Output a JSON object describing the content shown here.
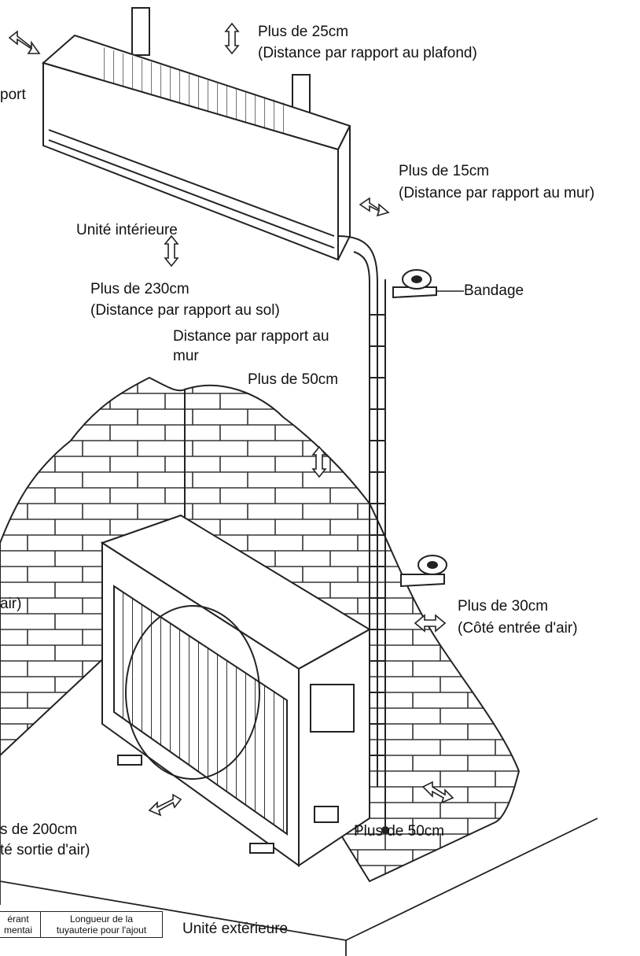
{
  "labels": {
    "top_left_partial": "port",
    "ceiling_1": "Plus de 25cm",
    "ceiling_2": "(Distance par rapport au plafond)",
    "wall15_1": "Plus de 15cm",
    "wall15_2": "(Distance par rapport au mur)",
    "indoor_unit": "Unité intérieure",
    "floor_1": "Plus de 230cm",
    "floor_2": "(Distance par rapport au sol)",
    "bandage": "Bandage",
    "wall_dist_1": "Distance par rapport au",
    "wall_dist_2": "mur",
    "plus50_top": "Plus de 50cm",
    "left_partial_air": "air)",
    "intake_1": "Plus de 30cm",
    "intake_2": "(Côté entrée d'air)",
    "outlet_1": "s de 200cm",
    "outlet_2": "té sortie d'air)",
    "plus50_bottom": "Plus de 50cm",
    "outdoor_unit": "Unité extérieure"
  },
  "table": {
    "col1_line1": "érant",
    "col1_line2": "mentai",
    "col2_line1": "Longueur de la",
    "col2_line2": "tuyauterie pour  l'ajout"
  },
  "colors": {
    "line": "#222222",
    "background": "#ffffff",
    "text": "#111111"
  }
}
